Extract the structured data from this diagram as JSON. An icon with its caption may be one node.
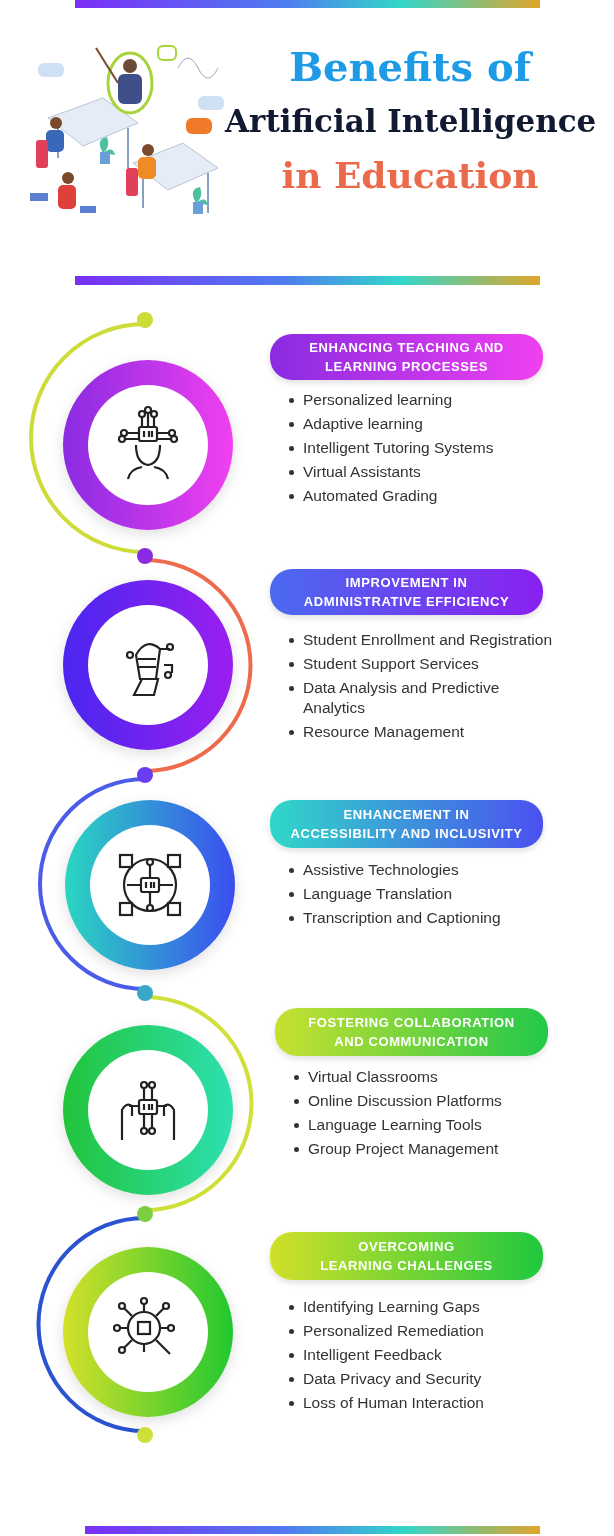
{
  "diagram": {
    "title": "Benefits of Artificial Intelligence in Education",
    "nodes": [
      {
        "text": [],
        "shape": "circle"
      },
      {
        "text": [
          "ENHANCING TEACHING AND LEARNING PROCESSES"
        ],
        "beside": [
          "Personalized learning",
          "Adaptive learning",
          "Intelligent Tutoring Systems",
          "Virtual Assistants",
          "Automated Grading"
        ]
      },
      {
        "text": [],
        "shape": "circle"
      },
      {
        "text": [
          "IMPROVEMENT IN ADMINISTRATIVE EFFICIENCY"
        ],
        "beside": [
          "Student Enrollment and Registration",
          "Student Support Services",
          "Data Analysis and Predictive Analytics",
          "Resource Management"
        ]
      },
      {
        "text": [],
        "shape": "circle"
      },
      {
        "text": [
          "ENHANCEMENT IN ACCESSIBILITY AND INCLUSIVITY"
        ],
        "beside": [
          "Assistive Technologies",
          "Language Translation",
          "Transcription and Captioning"
        ]
      },
      {
        "text": [],
        "shape": "circle"
      },
      {
        "text": [
          "FOSTERING COLLABORATION AND COMMUNICATION"
        ],
        "beside": [
          "Virtual Classrooms",
          "Online Discussion Platforms",
          "Language Learning Tools",
          "Group Project Management"
        ]
      },
      {
        "text": [],
        "shape": "circle"
      },
      {
        "text": [
          "OVERCOMING LEARNING CHALLENGES"
        ],
        "beside": [
          "Identifying Learning Gaps",
          "Personalized Remediation",
          "Intelligent Feedback",
          "Data Privacy and Security",
          "Loss of Human Interaction"
        ]
      }
    ]
  }
}
